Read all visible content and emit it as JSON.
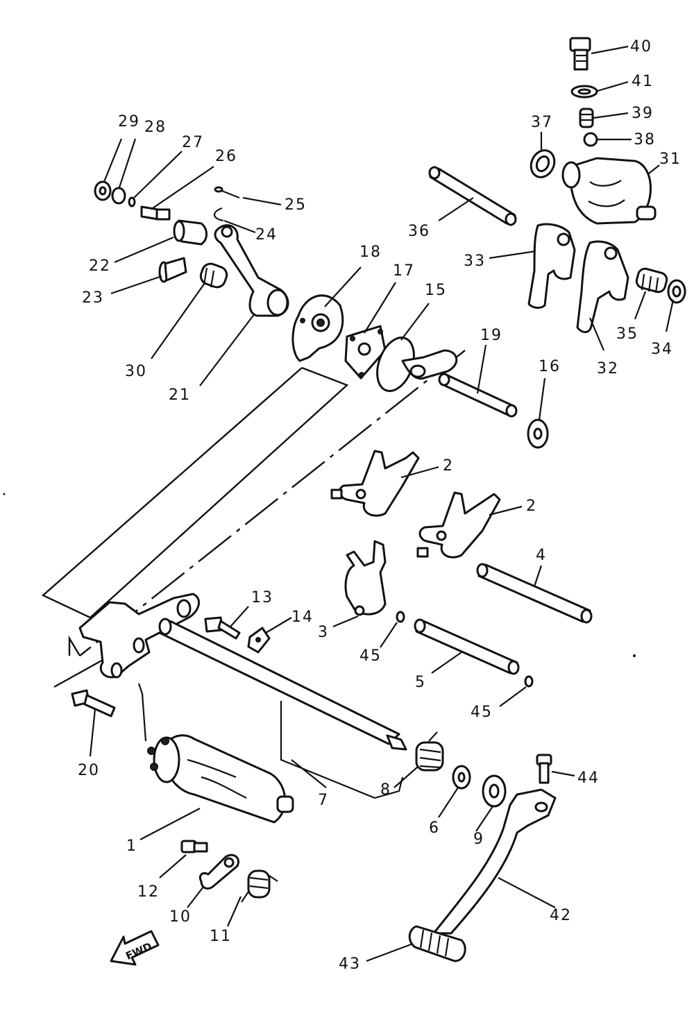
{
  "diagram": {
    "fwd_label": "FWD",
    "page_mark": "",
    "callouts": [
      {
        "id": "c1",
        "text": "1"
      },
      {
        "id": "c2a",
        "text": "2"
      },
      {
        "id": "c2b",
        "text": "2"
      },
      {
        "id": "c3",
        "text": "3"
      },
      {
        "id": "c4",
        "text": "4"
      },
      {
        "id": "c5",
        "text": "5"
      },
      {
        "id": "c6",
        "text": "6"
      },
      {
        "id": "c7",
        "text": "7"
      },
      {
        "id": "c8",
        "text": "8"
      },
      {
        "id": "c9",
        "text": "9"
      },
      {
        "id": "c10",
        "text": "10"
      },
      {
        "id": "c11",
        "text": "11"
      },
      {
        "id": "c12",
        "text": "12"
      },
      {
        "id": "c13",
        "text": "13"
      },
      {
        "id": "c14",
        "text": "14"
      },
      {
        "id": "c15",
        "text": "15"
      },
      {
        "id": "c16",
        "text": "16"
      },
      {
        "id": "c17",
        "text": "17"
      },
      {
        "id": "c18",
        "text": "18"
      },
      {
        "id": "c19",
        "text": "19"
      },
      {
        "id": "c20",
        "text": "20"
      },
      {
        "id": "c21",
        "text": "21"
      },
      {
        "id": "c22",
        "text": "22"
      },
      {
        "id": "c23",
        "text": "23"
      },
      {
        "id": "c24",
        "text": "24"
      },
      {
        "id": "c25",
        "text": "25"
      },
      {
        "id": "c26",
        "text": "26"
      },
      {
        "id": "c27",
        "text": "27"
      },
      {
        "id": "c28",
        "text": "28"
      },
      {
        "id": "c29",
        "text": "29"
      },
      {
        "id": "c30",
        "text": "30"
      },
      {
        "id": "c31",
        "text": "31"
      },
      {
        "id": "c32",
        "text": "32"
      },
      {
        "id": "c33",
        "text": "33"
      },
      {
        "id": "c34",
        "text": "34"
      },
      {
        "id": "c35",
        "text": "35"
      },
      {
        "id": "c36",
        "text": "36"
      },
      {
        "id": "c37",
        "text": "37"
      },
      {
        "id": "c38",
        "text": "38"
      },
      {
        "id": "c39",
        "text": "39"
      },
      {
        "id": "c40",
        "text": "40"
      },
      {
        "id": "c41",
        "text": "41"
      },
      {
        "id": "c42",
        "text": "42"
      },
      {
        "id": "c43",
        "text": "43"
      },
      {
        "id": "c44",
        "text": "44"
      },
      {
        "id": "c45a",
        "text": "45"
      },
      {
        "id": "c45b",
        "text": "45"
      }
    ]
  }
}
